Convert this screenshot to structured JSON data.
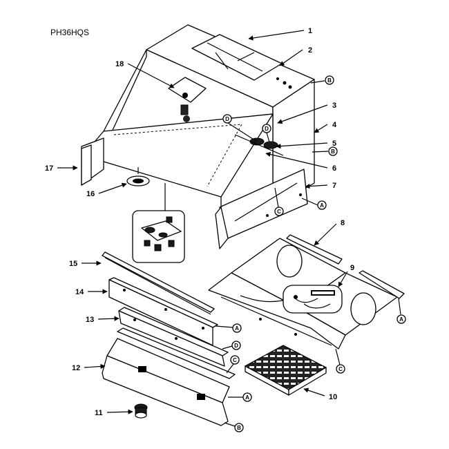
{
  "model": "PH36HQS",
  "callouts": [
    "1",
    "2",
    "3",
    "4",
    "5",
    "6",
    "7",
    "8",
    "9",
    "10",
    "11",
    "12",
    "13",
    "14",
    "15",
    "16",
    "17",
    "18"
  ],
  "refs": [
    "A",
    "B",
    "C",
    "D"
  ],
  "diagram_caption": "Range hood exploded parts diagram"
}
